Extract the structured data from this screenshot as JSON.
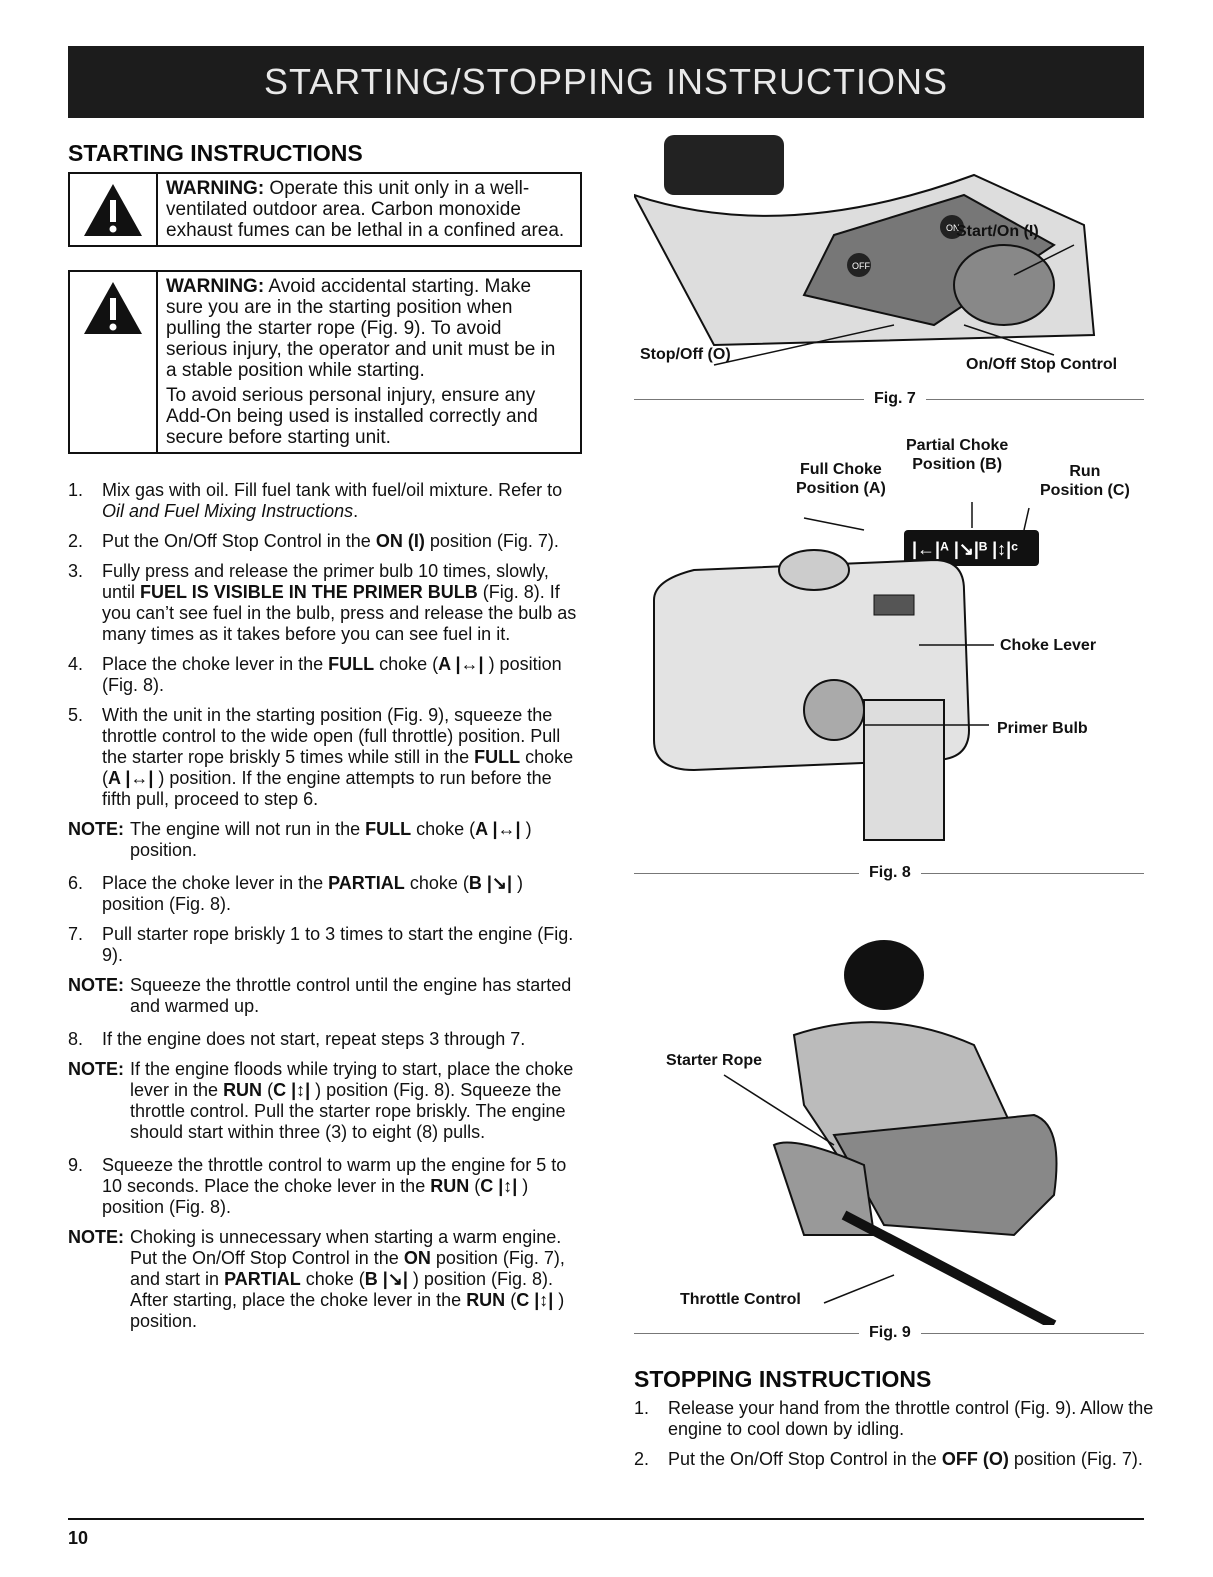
{
  "header": {
    "banner_title": "STARTING/STOPPING INSTRUCTIONS"
  },
  "starting": {
    "title": "STARTING INSTRUCTIONS",
    "warning1": {
      "label": "WARNING:",
      "text": " Operate this unit only in a well-ventilated outdoor area. Carbon monoxide exhaust fumes can be lethal in a confined area."
    },
    "warning2": {
      "label": "WARNING:",
      "text": " Avoid accidental starting. Make sure you are in the starting position when pulling the starter rope (Fig. 9). To avoid serious injury, the operator and unit must be in a stable position while starting.",
      "text2": "To avoid serious personal injury, ensure any Add-On being used is installed correctly and secure before starting unit."
    },
    "steps": [
      {
        "num": "1.",
        "html": "Mix gas with oil. Fill fuel tank with fuel/oil mixture. Refer to <i>Oil and Fuel Mixing Instructions</i>."
      },
      {
        "num": "2.",
        "html": "Put the On/Off Stop Control in the <b>ON (I)</b> position (Fig. 7)."
      },
      {
        "num": "3.",
        "html": "Fully press and release the primer bulb 10 times, slowly, until <b>FUEL IS VISIBLE IN THE PRIMER BULB</b> (Fig. 8). If you can’t see fuel in the bulb, press and release the bulb as many times as it takes before you can see fuel in it."
      },
      {
        "num": "4.",
        "html": "Place the choke lever in the <b>FULL</b> choke (<b>A |↔|</b> ) position (Fig. 8)."
      },
      {
        "num": "5.",
        "html": "With the unit in the starting position (Fig. 9), squeeze the throttle control to the wide open (full throttle) position. Pull the starter rope briskly 5 times while still in the <b>FULL</b> choke (<b>A |↔|</b> ) position. If the engine attempts to run before the fifth pull, proceed to step 6."
      },
      {
        "note": "NOTE:",
        "html": "The engine will not run in the <b>FULL</b> choke (<b>A |↔|</b> ) position."
      },
      {
        "num": "6.",
        "html": "Place the choke lever in the <b>PARTIAL</b> choke (<b>B |↘|</b> ) position (Fig. 8)."
      },
      {
        "num": "7.",
        "html": "Pull starter rope briskly 1 to 3 times to start the engine (Fig. 9)."
      },
      {
        "note": "NOTE:",
        "html": "Squeeze the throttle control until the engine has started and warmed up."
      },
      {
        "num": "8.",
        "html": "If the engine does not start, repeat steps 3 through 7."
      },
      {
        "note": "NOTE:",
        "html": "If the engine floods while trying to start, place the choke lever in the <b>RUN</b> (<b>C |↕|</b> ) position (Fig. 8). Squeeze the throttle control. Pull the starter rope briskly. The engine should start within three (3) to eight (8) pulls."
      },
      {
        "num": "9.",
        "html": "Squeeze the throttle control to warm up the engine for 5 to 10 seconds. Place the choke lever in the <b>RUN</b> (<b>C |↕|</b> ) position (Fig. 8)."
      },
      {
        "note": "NOTE:",
        "html": "Choking is unnecessary when starting a warm engine. Put the On/Off Stop Control in the <b>ON</b> position (Fig. 7), and start in <b>PARTIAL</b> choke (<b>B |↘|</b> ) position (Fig. 8). After starting, place the choke lever in the <b>RUN</b> (<b>C |↕|</b> ) position."
      }
    ]
  },
  "fig7": {
    "caption": "Fig. 7",
    "start_on": "Start/On (I)",
    "stop_off": "Stop/Off (O)",
    "control": "On/Off Stop Control",
    "on_text": "ON",
    "off_text": "OFF"
  },
  "fig8": {
    "caption": "Fig. 8",
    "full_choke": "Full Choke",
    "full_pos": "Position (A)",
    "partial_choke": "Partial Choke",
    "partial_pos": "Position (B)",
    "run": "Run",
    "run_pos": "Position (C)",
    "choke_lever": "Choke Lever",
    "primer_bulb": "Primer Bulb"
  },
  "fig9": {
    "caption": "Fig. 9",
    "starter_rope": "Starter Rope",
    "throttle": "Throttle Control"
  },
  "stopping": {
    "title": "STOPPING INSTRUCTIONS",
    "steps": [
      {
        "num": "1.",
        "html": "Release your hand from the throttle control (Fig. 9). Allow the engine to cool down by idling."
      },
      {
        "num": "2.",
        "html": "Put the On/Off Stop Control in the <b>OFF (O)</b> position (Fig. 7)."
      }
    ]
  },
  "footer": {
    "page_number": "10"
  }
}
